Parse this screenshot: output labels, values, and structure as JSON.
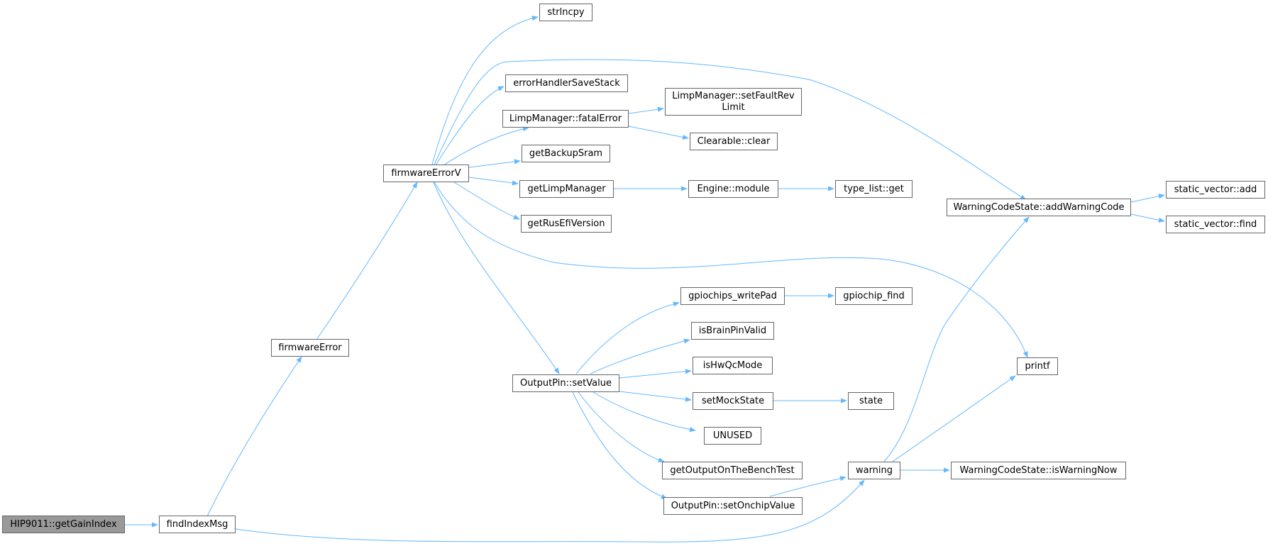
{
  "diagram": {
    "colors": {
      "edge": "#63b8ff",
      "node_border": "#666666",
      "root_fill": "#999999",
      "node_fill": "#ffffff"
    },
    "nodes": {
      "root": "HIP9011::getGainIndex",
      "findIndexMsg": "findIndexMsg",
      "firmwareError": "firmwareError",
      "firmwareErrorV": "firmwareErrorV",
      "strlncpy": "strlncpy",
      "errorHandlerSaveStack": "errorHandlerSaveStack",
      "fatalError": "LimpManager::fatalError",
      "setFaultRevLimit": "LimpManager::setFaultRev\nLimit",
      "clear": "Clearable::clear",
      "getBackupSram": "getBackupSram",
      "getLimpManager": "getLimpManager",
      "engineModule": "Engine::module",
      "typeListGet": "type_list::get",
      "getRusEfiVersion": "getRusEfiVersion",
      "addWarningCode": "WarningCodeState::addWarningCode",
      "vectorAdd": "static_vector::add",
      "vectorFind": "static_vector::find",
      "gpiochipsWritePad": "gpiochips_writePad",
      "gpiochipFind": "gpiochip_find",
      "isBrainPinValid": "isBrainPinValid",
      "isHwQcMode": "isHwQcMode",
      "setValue": "OutputPin::setValue",
      "setMockState": "setMockState",
      "state": "state",
      "unused": "UNUSED",
      "getOutputOnTheBenchTest": "getOutputOnTheBenchTest",
      "setOnchipValue": "OutputPin::setOnchipValue",
      "warning": "warning",
      "isWarningNow": "WarningCodeState::isWarningNow",
      "printf": "printf"
    }
  }
}
